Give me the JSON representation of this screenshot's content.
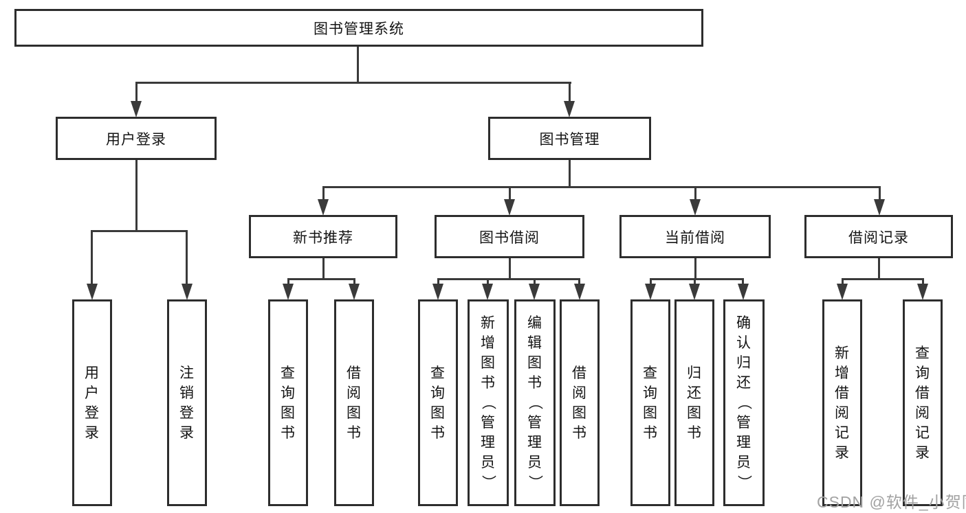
{
  "diagram": {
    "title": "图书管理系统",
    "level2": [
      {
        "label": "用户登录"
      },
      {
        "label": "图书管理"
      }
    ],
    "user_leaves": [
      "用户登录",
      "注销登录"
    ],
    "level3": [
      {
        "label": "新书推荐",
        "leaves": [
          "查询图书",
          "借阅图书"
        ]
      },
      {
        "label": "图书借阅",
        "leaves": [
          "查询图书",
          "新增图书（管理员）",
          "编辑图书（管理员）",
          "借阅图书"
        ]
      },
      {
        "label": "当前借阅",
        "leaves": [
          "查询图书",
          "归还图书",
          "确认归还（管理员）"
        ]
      },
      {
        "label": "借阅记录",
        "leaves": [
          "新增借阅记录",
          "查询借阅记录"
        ]
      }
    ],
    "colors": {
      "line": "#3a3a3a",
      "box_border": "#2d2d2d",
      "text": "#141414",
      "background": "#ffffff"
    }
  },
  "watermark": {
    "text": "CSDN @软件_小贺同学",
    "color": "#a2a2a2"
  }
}
